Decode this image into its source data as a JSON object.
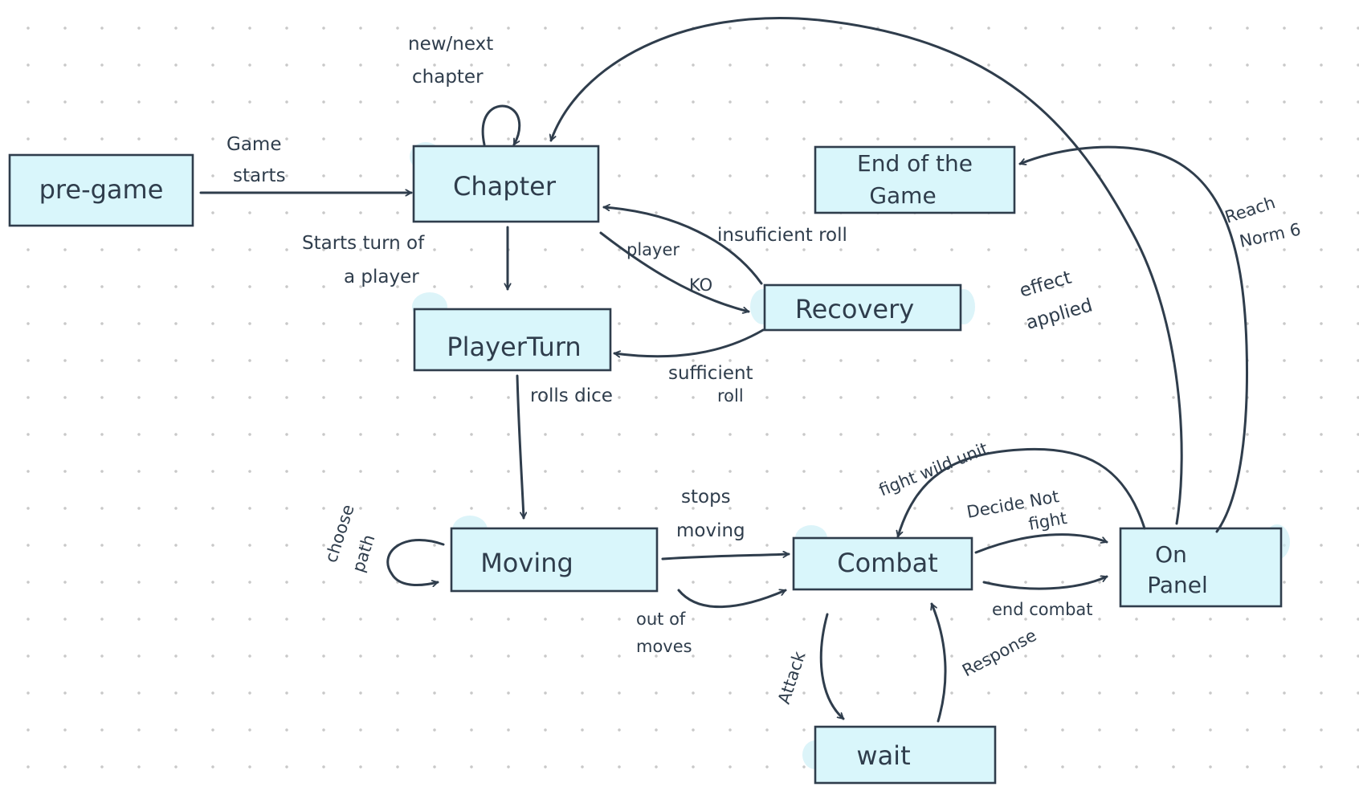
{
  "diagram": {
    "nodes": {
      "pregame": "pre-game",
      "chapter": "Chapter",
      "end_line1": "End of the",
      "end_line2": "Game",
      "recovery": "Recovery",
      "playerturn": "PlayerTurn",
      "moving": "Moving",
      "combat": "Combat",
      "onpanel_line1": "On",
      "onpanel_line2": "Panel",
      "wait": "wait"
    },
    "edges": {
      "game_starts_1": "Game",
      "game_starts_2": "starts",
      "new_next_1": "new/next",
      "new_next_2": "chapter",
      "starts_turn_1": "Starts turn of",
      "starts_turn_2": "a player",
      "player_ko_1": "player",
      "player_ko_2": "KO",
      "insufficient": "insuficient roll",
      "sufficient_1": "sufficient",
      "sufficient_2": "roll",
      "rolls_dice": "rolls dice",
      "choose_path_1": "choose",
      "choose_path_2": "path",
      "stops_moving_1": "stops",
      "stops_moving_2": "moving",
      "out_of_moves_1": "out of",
      "out_of_moves_2": "moves",
      "fight_wild": "fight wild unit",
      "decide_not_1": "Decide Not",
      "decide_not_2": "fight",
      "end_combat": "end combat",
      "attack": "Attack",
      "response": "Response",
      "effect_1": "effect",
      "effect_2": "applied",
      "reach_1": "Reach",
      "reach_2": "Norm 6"
    }
  }
}
